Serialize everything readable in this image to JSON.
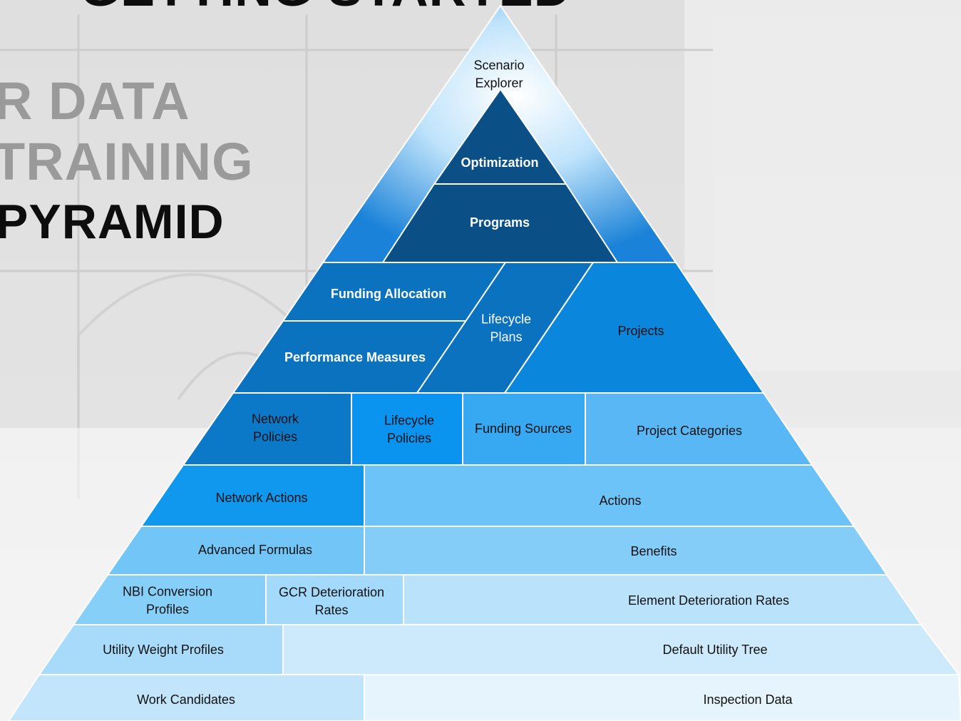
{
  "header": {
    "top_title": "GETTING STARTED",
    "line1": "R DATA",
    "line2": "TRAINING",
    "line3": "PYRAMID"
  },
  "pyramid": {
    "tier1": {
      "scenario_explorer": "Scenario|Explorer",
      "optimization": "Optimization",
      "programs": "Programs"
    },
    "tier2": {
      "funding_allocation": "Funding Allocation",
      "performance_measures": "Performance Measures",
      "lifecycle_plans": "Lifecycle|Plans",
      "projects": "Projects"
    },
    "tier3": {
      "network_policies": "Network|Policies",
      "lifecycle_policies": "Lifecycle|Policies",
      "funding_sources": "Funding Sources",
      "project_categories": "Project Categories"
    },
    "tier4": {
      "network_actions": "Network Actions",
      "actions": "Actions"
    },
    "tier5": {
      "advanced_formulas": "Advanced Formulas",
      "benefits": "Benefits"
    },
    "tier6": {
      "nbi_conversion_profiles": "NBI Conversion|Profiles",
      "gcr_deterioration_rates": "GCR Deterioration|Rates",
      "element_deterioration_rates": "Element Deterioration Rates"
    },
    "tier7": {
      "utility_weight_profiles": "Utility Weight Profiles",
      "default_utility_tree": "Default Utility Tree"
    },
    "tier8": {
      "work_candidates": "Work Candidates",
      "inspection_data": "Inspection Data"
    }
  },
  "colors": {
    "text_dark": "#111111",
    "text_light": "#ffffff",
    "navy": "#0a4f86",
    "tier2": "#0b72c0",
    "tier2_right": "#0a86dc",
    "tier3_a": "#0b79c8",
    "tier3_b": "#0a93ef",
    "tier3_c": "#37a9f3",
    "tier3_d": "#5ab7f5",
    "tier4_a": "#0f98ee",
    "tier4_b": "#6cc3f7",
    "tier5_a": "#72c6f7",
    "tier5_b": "#84cdf8",
    "tier6_a": "#86cff9",
    "tier6_b": "#a3d9fa",
    "tier6_c": "#bbe2fb",
    "tier7_a": "#a8dbfa",
    "tier7_b": "#cde9fc",
    "tier8_a": "#c3e5fb",
    "tier8_b": "#e6f4fe"
  }
}
